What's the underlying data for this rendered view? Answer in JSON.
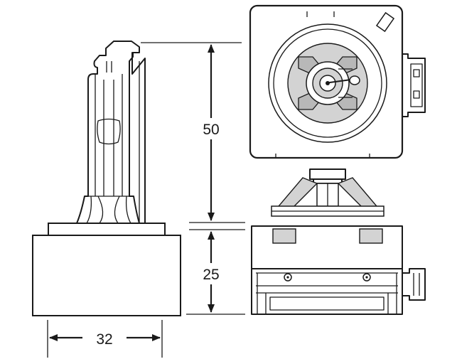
{
  "dimensions": {
    "height_upper": "50",
    "height_lower": "25",
    "width": "32"
  },
  "colors": {
    "line": "#1a1a1a",
    "fill_light": "#d3d3d3",
    "fill_mid": "#b8b8b8",
    "background": "#ffffff"
  }
}
